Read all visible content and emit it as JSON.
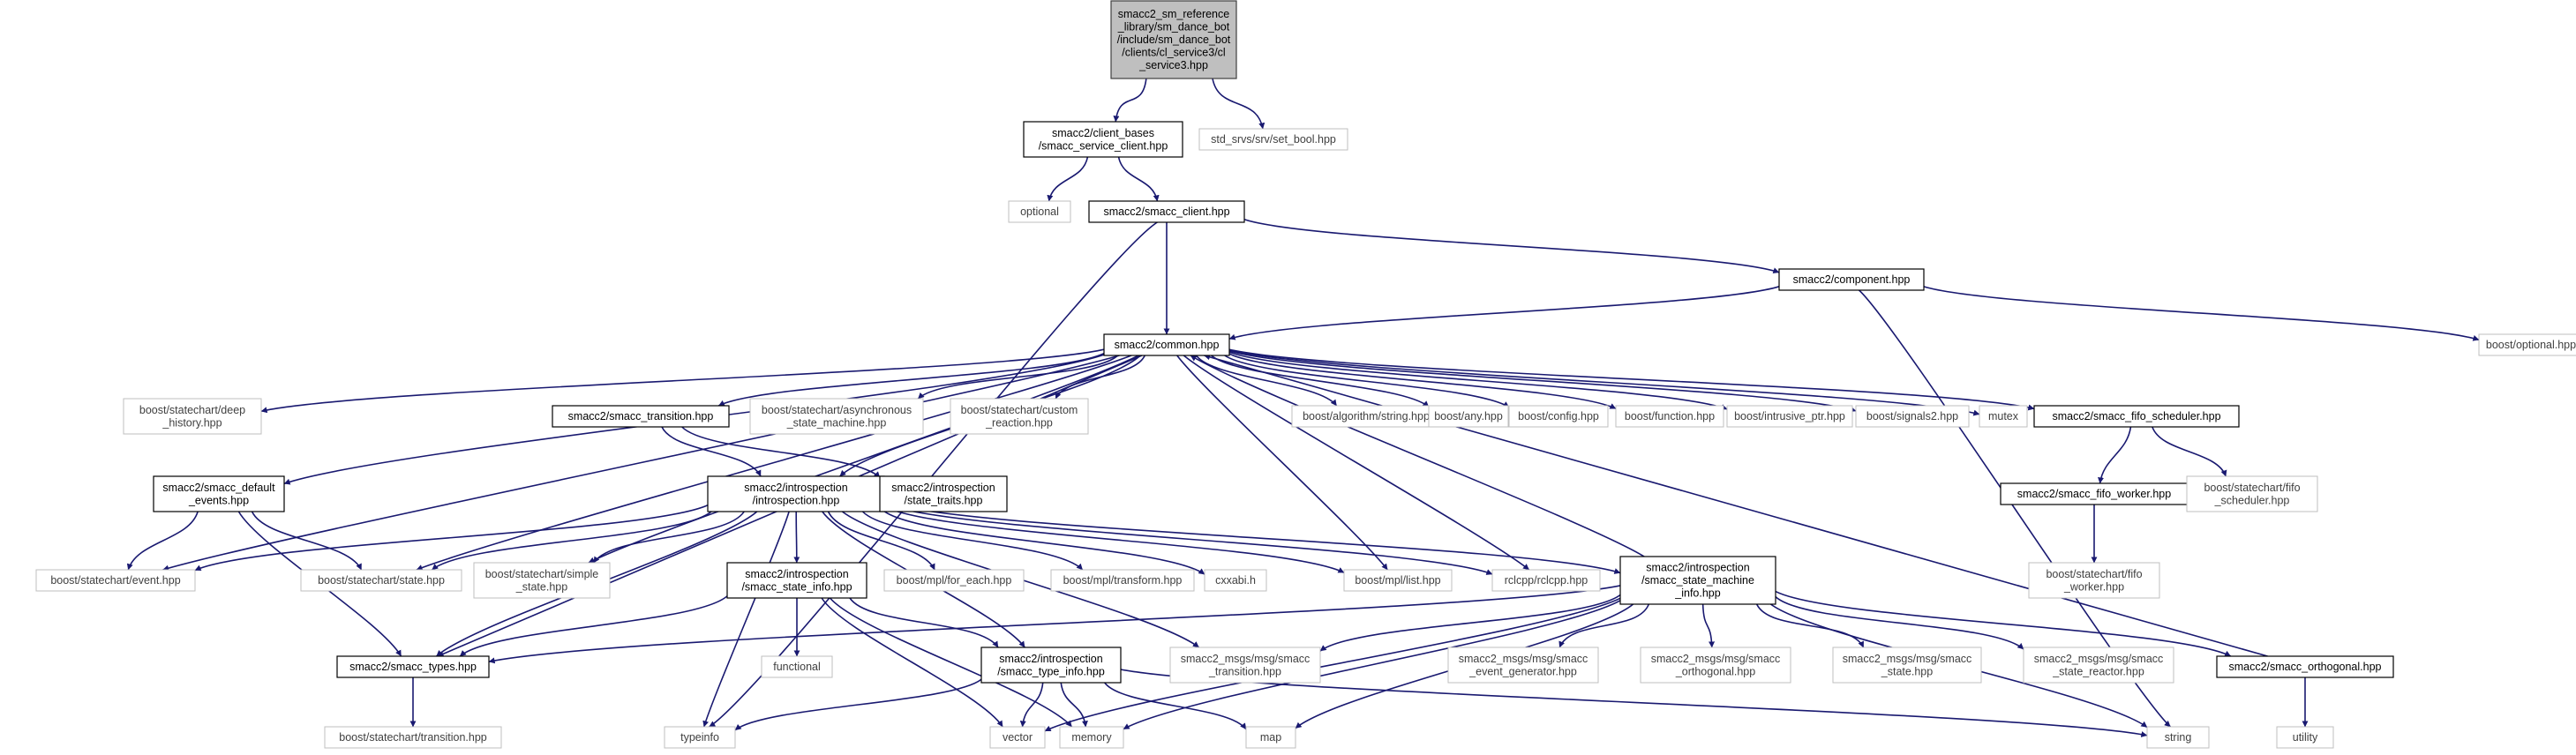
{
  "graph": {
    "edge_color": "#191970",
    "nodes": [
      {
        "id": "root",
        "lines": [
          "smacc2_sm_reference",
          "_library/sm_dance_bot",
          "/include/sm_dance_bot",
          "/clients/cl_service3/cl",
          "_service3.hpp"
        ],
        "style": "root"
      },
      {
        "id": "client_bases",
        "lines": [
          "smacc2/client_bases",
          "/smacc_service_client.hpp"
        ],
        "style": "normal"
      },
      {
        "id": "set_bool",
        "lines": [
          "std_srvs/srv/set_bool.hpp"
        ],
        "style": "external"
      },
      {
        "id": "optional",
        "lines": [
          "optional"
        ],
        "style": "external"
      },
      {
        "id": "smacc_client",
        "lines": [
          "smacc2/smacc_client.hpp"
        ],
        "style": "normal"
      },
      {
        "id": "component",
        "lines": [
          "smacc2/component.hpp"
        ],
        "style": "normal"
      },
      {
        "id": "boost_optional",
        "lines": [
          "boost/optional.hpp"
        ],
        "style": "external"
      },
      {
        "id": "common",
        "lines": [
          "smacc2/common.hpp"
        ],
        "style": "normal"
      },
      {
        "id": "deep_history",
        "lines": [
          "boost/statechart/deep",
          "_history.hpp"
        ],
        "style": "external"
      },
      {
        "id": "smacc_transition",
        "lines": [
          "smacc2/smacc_transition.hpp"
        ],
        "style": "normal"
      },
      {
        "id": "async_sm",
        "lines": [
          "boost/statechart/asynchronous",
          "_state_machine.hpp"
        ],
        "style": "external"
      },
      {
        "id": "custom_reaction",
        "lines": [
          "boost/statechart/custom",
          "_reaction.hpp"
        ],
        "style": "external"
      },
      {
        "id": "algo_string",
        "lines": [
          "boost/algorithm/string.hpp"
        ],
        "style": "external"
      },
      {
        "id": "boost_any",
        "lines": [
          "boost/any.hpp"
        ],
        "style": "external"
      },
      {
        "id": "boost_config",
        "lines": [
          "boost/config.hpp"
        ],
        "style": "external"
      },
      {
        "id": "boost_function",
        "lines": [
          "boost/function.hpp"
        ],
        "style": "external"
      },
      {
        "id": "intrusive_ptr",
        "lines": [
          "boost/intrusive_ptr.hpp"
        ],
        "style": "external"
      },
      {
        "id": "signals2",
        "lines": [
          "boost/signals2.hpp"
        ],
        "style": "external"
      },
      {
        "id": "mutex",
        "lines": [
          "mutex"
        ],
        "style": "external"
      },
      {
        "id": "fifo_scheduler",
        "lines": [
          "smacc2/smacc_fifo_scheduler.hpp"
        ],
        "style": "normal"
      },
      {
        "id": "default_events",
        "lines": [
          "smacc2/smacc_default",
          "_events.hpp"
        ],
        "style": "normal"
      },
      {
        "id": "introspection",
        "lines": [
          "smacc2/introspection",
          "/introspection.hpp"
        ],
        "style": "normal"
      },
      {
        "id": "state_traits",
        "lines": [
          "smacc2/introspection",
          "/state_traits.hpp"
        ],
        "style": "normal"
      },
      {
        "id": "fifo_worker",
        "lines": [
          "smacc2/smacc_fifo_worker.hpp"
        ],
        "style": "normal"
      },
      {
        "id": "bs_fifo_scheduler",
        "lines": [
          "boost/statechart/fifo",
          "_scheduler.hpp"
        ],
        "style": "external"
      },
      {
        "id": "event_hpp",
        "lines": [
          "boost/statechart/event.hpp"
        ],
        "style": "external"
      },
      {
        "id": "state_hpp",
        "lines": [
          "boost/statechart/state.hpp"
        ],
        "style": "external"
      },
      {
        "id": "simple_state",
        "lines": [
          "boost/statechart/simple",
          "_state.hpp"
        ],
        "style": "external"
      },
      {
        "id": "state_info",
        "lines": [
          "smacc2/introspection",
          "/smacc_state_info.hpp"
        ],
        "style": "normal"
      },
      {
        "id": "for_each",
        "lines": [
          "boost/mpl/for_each.hpp"
        ],
        "style": "external"
      },
      {
        "id": "mpl_transform",
        "lines": [
          "boost/mpl/transform.hpp"
        ],
        "style": "external"
      },
      {
        "id": "cxxabi",
        "lines": [
          "cxxabi.h"
        ],
        "style": "external"
      },
      {
        "id": "mpl_list",
        "lines": [
          "boost/mpl/list.hpp"
        ],
        "style": "external"
      },
      {
        "id": "rclcpp",
        "lines": [
          "rclcpp/rclcpp.hpp"
        ],
        "style": "external"
      },
      {
        "id": "sm_info",
        "lines": [
          "smacc2/introspection",
          "/smacc_state_machine",
          "_info.hpp"
        ],
        "style": "normal"
      },
      {
        "id": "bs_fifo_worker",
        "lines": [
          "boost/statechart/fifo",
          "_worker.hpp"
        ],
        "style": "external"
      },
      {
        "id": "smacc_types",
        "lines": [
          "smacc2/smacc_types.hpp"
        ],
        "style": "normal"
      },
      {
        "id": "functional",
        "lines": [
          "functional"
        ],
        "style": "external"
      },
      {
        "id": "type_info",
        "lines": [
          "smacc2/introspection",
          "/smacc_type_info.hpp"
        ],
        "style": "normal"
      },
      {
        "id": "msg_transition",
        "lines": [
          "smacc2_msgs/msg/smacc",
          "_transition.hpp"
        ],
        "style": "external"
      },
      {
        "id": "msg_event_gen",
        "lines": [
          "smacc2_msgs/msg/smacc",
          "_event_generator.hpp"
        ],
        "style": "external"
      },
      {
        "id": "msg_orthogonal",
        "lines": [
          "smacc2_msgs/msg/smacc",
          "_orthogonal.hpp"
        ],
        "style": "external"
      },
      {
        "id": "msg_state",
        "lines": [
          "smacc2_msgs/msg/smacc",
          "_state.hpp"
        ],
        "style": "external"
      },
      {
        "id": "msg_state_reactor",
        "lines": [
          "smacc2_msgs/msg/smacc",
          "_state_reactor.hpp"
        ],
        "style": "external"
      },
      {
        "id": "smacc_orthogonal",
        "lines": [
          "smacc2/smacc_orthogonal.hpp"
        ],
        "style": "normal"
      },
      {
        "id": "bs_transition",
        "lines": [
          "boost/statechart/transition.hpp"
        ],
        "style": "external"
      },
      {
        "id": "typeinfo",
        "lines": [
          "typeinfo"
        ],
        "style": "external"
      },
      {
        "id": "vector",
        "lines": [
          "vector"
        ],
        "style": "external"
      },
      {
        "id": "memory",
        "lines": [
          "memory"
        ],
        "style": "external"
      },
      {
        "id": "map",
        "lines": [
          "map"
        ],
        "style": "external"
      },
      {
        "id": "string",
        "lines": [
          "string"
        ],
        "style": "external"
      },
      {
        "id": "utility",
        "lines": [
          "utility"
        ],
        "style": "external"
      }
    ],
    "edges": [
      [
        "root",
        "client_bases"
      ],
      [
        "root",
        "set_bool"
      ],
      [
        "client_bases",
        "optional"
      ],
      [
        "client_bases",
        "smacc_client"
      ],
      [
        "smacc_client",
        "typeinfo"
      ],
      [
        "smacc_client",
        "component"
      ],
      [
        "smacc_client",
        "common"
      ],
      [
        "component",
        "common"
      ],
      [
        "component",
        "boost_optional"
      ],
      [
        "component",
        "string"
      ],
      [
        "common",
        "deep_history"
      ],
      [
        "common",
        "smacc_transition"
      ],
      [
        "common",
        "async_sm"
      ],
      [
        "common",
        "custom_reaction"
      ],
      [
        "common",
        "algo_string"
      ],
      [
        "common",
        "boost_any"
      ],
      [
        "common",
        "boost_config"
      ],
      [
        "common",
        "boost_function"
      ],
      [
        "common",
        "intrusive_ptr"
      ],
      [
        "common",
        "signals2"
      ],
      [
        "common",
        "mutex"
      ],
      [
        "common",
        "fifo_scheduler"
      ],
      [
        "common",
        "default_events"
      ],
      [
        "common",
        "introspection"
      ],
      [
        "common",
        "event_hpp"
      ],
      [
        "common",
        "state_hpp"
      ],
      [
        "common",
        "simple_state"
      ],
      [
        "common",
        "smacc_types"
      ],
      [
        "common",
        "mpl_list"
      ],
      [
        "common",
        "rclcpp"
      ],
      [
        "smacc_transition",
        "introspection"
      ],
      [
        "smacc_transition",
        "state_traits"
      ],
      [
        "fifo_scheduler",
        "fifo_worker"
      ],
      [
        "fifo_scheduler",
        "bs_fifo_scheduler"
      ],
      [
        "fifo_worker",
        "bs_fifo_worker"
      ],
      [
        "default_events",
        "event_hpp"
      ],
      [
        "default_events",
        "state_hpp"
      ],
      [
        "default_events",
        "smacc_types"
      ],
      [
        "introspection",
        "event_hpp"
      ],
      [
        "introspection",
        "state_hpp"
      ],
      [
        "introspection",
        "simple_state"
      ],
      [
        "introspection",
        "state_info"
      ],
      [
        "introspection",
        "for_each"
      ],
      [
        "introspection",
        "mpl_transform"
      ],
      [
        "introspection",
        "cxxabi"
      ],
      [
        "introspection",
        "mpl_list"
      ],
      [
        "introspection",
        "rclcpp"
      ],
      [
        "introspection",
        "sm_info"
      ],
      [
        "introspection",
        "smacc_types"
      ],
      [
        "introspection",
        "type_info"
      ],
      [
        "introspection",
        "typeinfo"
      ],
      [
        "introspection",
        "msg_transition"
      ],
      [
        "state_info",
        "smacc_types"
      ],
      [
        "state_info",
        "functional"
      ],
      [
        "state_info",
        "type_info"
      ],
      [
        "state_info",
        "vector"
      ],
      [
        "state_info",
        "memory"
      ],
      [
        "sm_info",
        "common"
      ],
      [
        "sm_info",
        "smacc_types"
      ],
      [
        "sm_info",
        "msg_transition"
      ],
      [
        "sm_info",
        "msg_event_gen"
      ],
      [
        "sm_info",
        "msg_orthogonal"
      ],
      [
        "sm_info",
        "msg_state"
      ],
      [
        "sm_info",
        "msg_state_reactor"
      ],
      [
        "sm_info",
        "smacc_orthogonal"
      ],
      [
        "sm_info",
        "vector"
      ],
      [
        "sm_info",
        "memory"
      ],
      [
        "sm_info",
        "map"
      ],
      [
        "sm_info",
        "string"
      ],
      [
        "smacc_orthogonal",
        "common"
      ],
      [
        "smacc_orthogonal",
        "utility"
      ],
      [
        "smacc_types",
        "bs_transition"
      ],
      [
        "type_info",
        "typeinfo"
      ],
      [
        "type_info",
        "vector"
      ],
      [
        "type_info",
        "memory"
      ],
      [
        "type_info",
        "map"
      ],
      [
        "type_info",
        "string"
      ]
    ]
  }
}
